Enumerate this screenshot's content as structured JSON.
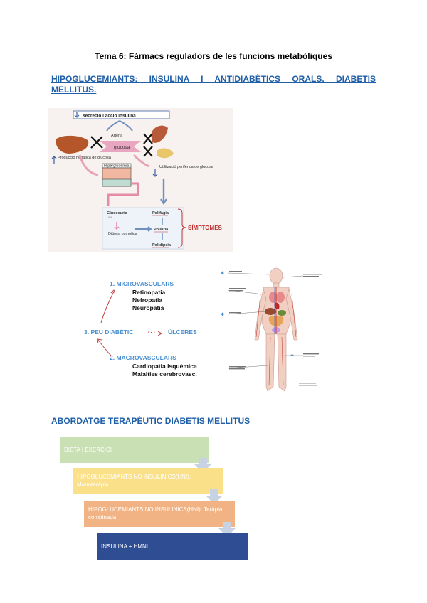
{
  "document": {
    "title": "Tema 6: Fàrmacs reguladors de les funcions metabòliques",
    "section1_heading": "HIPOGLUCEMIANTS: INSULINA I ANTIDIABÈTICS ORALS. DIABETIS MELLITUS.",
    "section2_heading": "ABORDATGE TERAPÈUTIC DIABETIS MELLITUS"
  },
  "figure1": {
    "header": "secreció i acció insulina",
    "arteria": "Artèria",
    "glucosa": "glucosa",
    "produccio": "Producció hepàtica de glucosa",
    "utilitzacio": "Utilització perifèrica de glucosa",
    "hiperglucemia": "Hiperglucèmia",
    "glucosuria": "Glucosuria",
    "diuresi": "Diüresi osmòtica",
    "polifagia": "Polifàgia",
    "poliuria": "Poliúria",
    "polidipsia": "Polidipsia",
    "simptomes": "SÍMPTOMES"
  },
  "figure2": {
    "micro_heading": "1. MICROVASCULARS",
    "micro_items": [
      "Retinopatia",
      "Nefropatia",
      "Neuropatia"
    ],
    "peu": "3. PEU DIABÈTIC",
    "ulceres": "ÚLCERES",
    "macro_heading": "2. MACROVASCULARS",
    "macro_items": [
      "Cardiopatia isquèmica",
      "Malalties cerebrovasc."
    ]
  },
  "flow": {
    "steps": [
      {
        "label": "DIETA I EXERCICI",
        "color": "#c9dfb4"
      },
      {
        "label": "HIPOGLUCEMIANTS NO INSULINICS(HNI): Monoteràpia",
        "color": "#fbe08a"
      },
      {
        "label": "HIPOGLUCEMIANTS NO INSULINICS(HNI): Teràpia combinada",
        "color": "#f2b384"
      },
      {
        "label": "INSULINA + HMNI",
        "color": "#2f4d93"
      }
    ],
    "arrow_color": "#c7d2e2"
  }
}
